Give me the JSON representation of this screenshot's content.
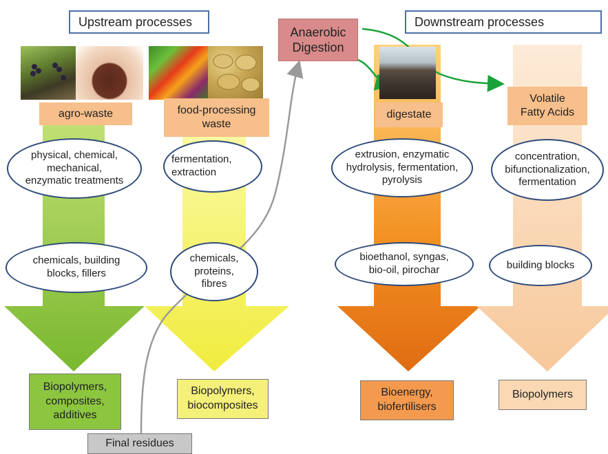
{
  "headers": {
    "upstream": "Upstream processes",
    "downstream": "Downstream processes"
  },
  "anaerobic": "Anaerobic\nDigestion",
  "sources": {
    "agro": "agro-waste",
    "food": "food-processing\nwaste",
    "digestate": "digestate",
    "vfa": "Volatile\nFatty Acids"
  },
  "treatments": {
    "agro": "physical, chemical,\nmechanical,\nenzymatic treatments",
    "food": "fermentation,\nextraction",
    "digestate": "extrusion, enzymatic\nhydrolysis, fermentation,\npyrolysis",
    "vfa": "concentration,\nbifunctionalization,\nfermentation"
  },
  "intermediates": {
    "agro": "chemicals, building\nblocks, fillers",
    "food": "chemicals,\nproteins,\nfibres",
    "digestate": "bioethanol, syngas,\nbio-oil, pirochar",
    "vfa": "building blocks"
  },
  "outputs": {
    "agro": "Biopolymers,\ncomposites,\nadditives",
    "food": "Biopolymers,\nbiocomposites",
    "digestate": "Bioenergy,\nbiofertilisers",
    "vfa": "Biopolymers"
  },
  "final_residues": "Final residues",
  "colors": {
    "agro": "#8cc63f",
    "food": "#f4f06a",
    "digestate": "#f2861e",
    "vfa": "#fad8b4",
    "anaerobic_box": "#d98a8a",
    "green_arrow": "#1aa33a",
    "grey_line": "#9a9a9a"
  }
}
